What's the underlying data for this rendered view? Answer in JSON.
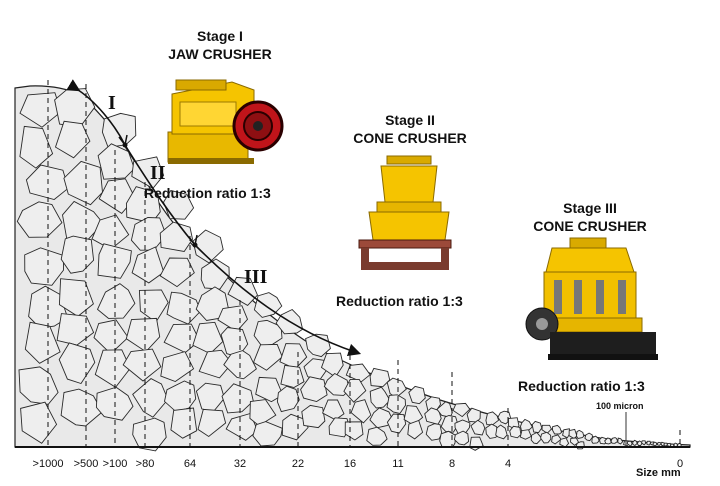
{
  "stages": [
    {
      "title": "Stage I",
      "machine": "JAW CRUSHER",
      "roman": "I"
    },
    {
      "title": "Stage II",
      "machine": "CONE CRUSHER",
      "roman": "II",
      "ratio": "Reduction ratio 1:3"
    },
    {
      "title": "Stage III",
      "machine": "CONE CRUSHER",
      "roman": "III",
      "ratio": "Reduction ratio 1:3"
    }
  ],
  "ratio_stage3": "Reduction ratio 1:3",
  "annotation_micron": "100 micron",
  "axis": {
    "ticks": [
      ">1000",
      ">500",
      ">100",
      ">80",
      "64",
      "32",
      "22",
      "16",
      "11",
      "8",
      "4",
      "0"
    ],
    "unit_label": "Size mm"
  },
  "colors": {
    "rock_fill": "#e6e6e6",
    "rock_stroke": "#222222",
    "machine_yellow": "#f5c400",
    "machine_red": "#c0141a",
    "base_brown": "#7a3b2e"
  }
}
